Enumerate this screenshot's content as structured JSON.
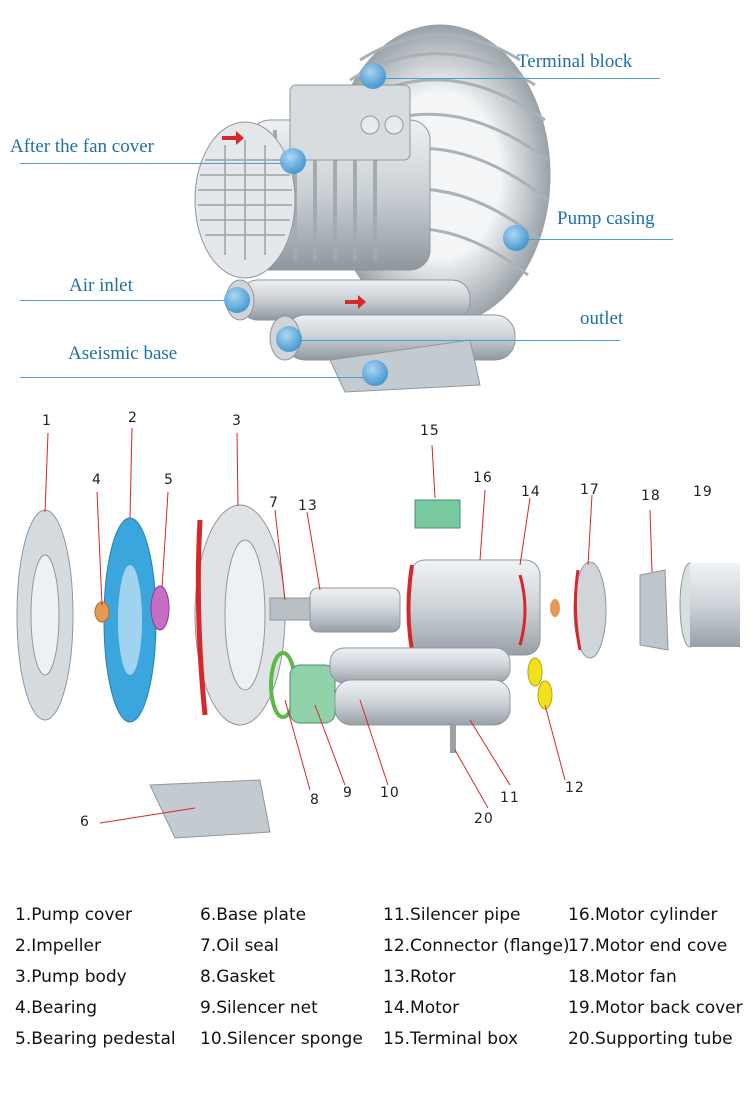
{
  "top_labels": {
    "terminal_block": "Terminal block",
    "fan_cover": "After the fan cover",
    "pump_casing": "Pump casing",
    "air_inlet": "Air inlet",
    "outlet": "outlet",
    "aseismic_base": "Aseismic base"
  },
  "part_numbers": [
    "1",
    "2",
    "3",
    "4",
    "5",
    "6",
    "7",
    "8",
    "9",
    "10",
    "11",
    "12",
    "13",
    "14",
    "15",
    "16",
    "17",
    "18",
    "19",
    "20"
  ],
  "legend": {
    "col1": [
      "1.Pump cover",
      "2.Impeller",
      "3.Pump body",
      "4.Bearing",
      "5.Bearing pedestal"
    ],
    "col2": [
      "6.Base plate",
      "7.Oil seal",
      "8.Gasket",
      "9.Silencer net",
      "10.Silencer sponge"
    ],
    "col3": [
      "11.Silencer pipe",
      "12.Connector (flange)",
      "13.Rotor",
      "14.Motor",
      "15.Terminal box"
    ],
    "col4": [
      "16.Motor cylinder",
      "17.Motor end cove",
      "18.Motor fan",
      "19.Motor back cover",
      "20.Supporting tube"
    ]
  },
  "colors": {
    "callout": "#1e6fa8",
    "seal_red": "#d8262a",
    "impeller_blue": "#3aa6dd",
    "yellow": "#f2e21b",
    "green": "#5db84a"
  }
}
